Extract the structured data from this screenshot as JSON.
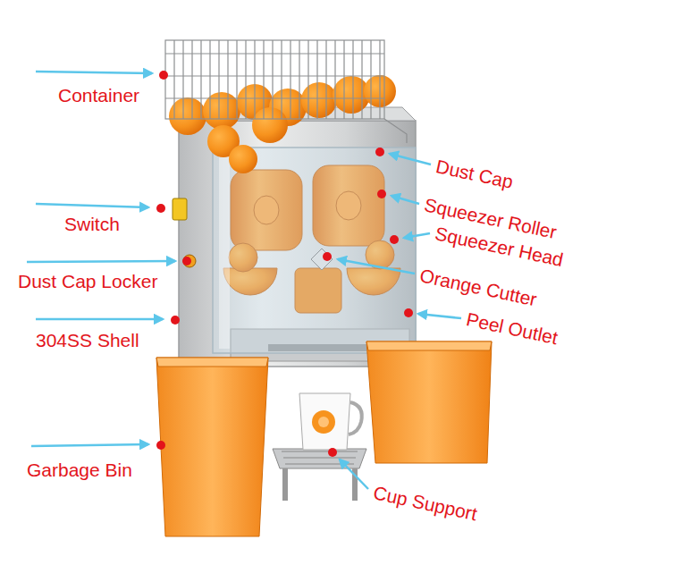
{
  "diagram": {
    "labels": [
      "Container",
      "Dust Cap",
      "Switch",
      "Squeezer Roller",
      "Squeezer Head",
      "Dust Cap Locker",
      "Orange Cutter",
      "Peel Outlet",
      "304SS Shell",
      "Garbage Bin",
      "Cup Support"
    ]
  }
}
